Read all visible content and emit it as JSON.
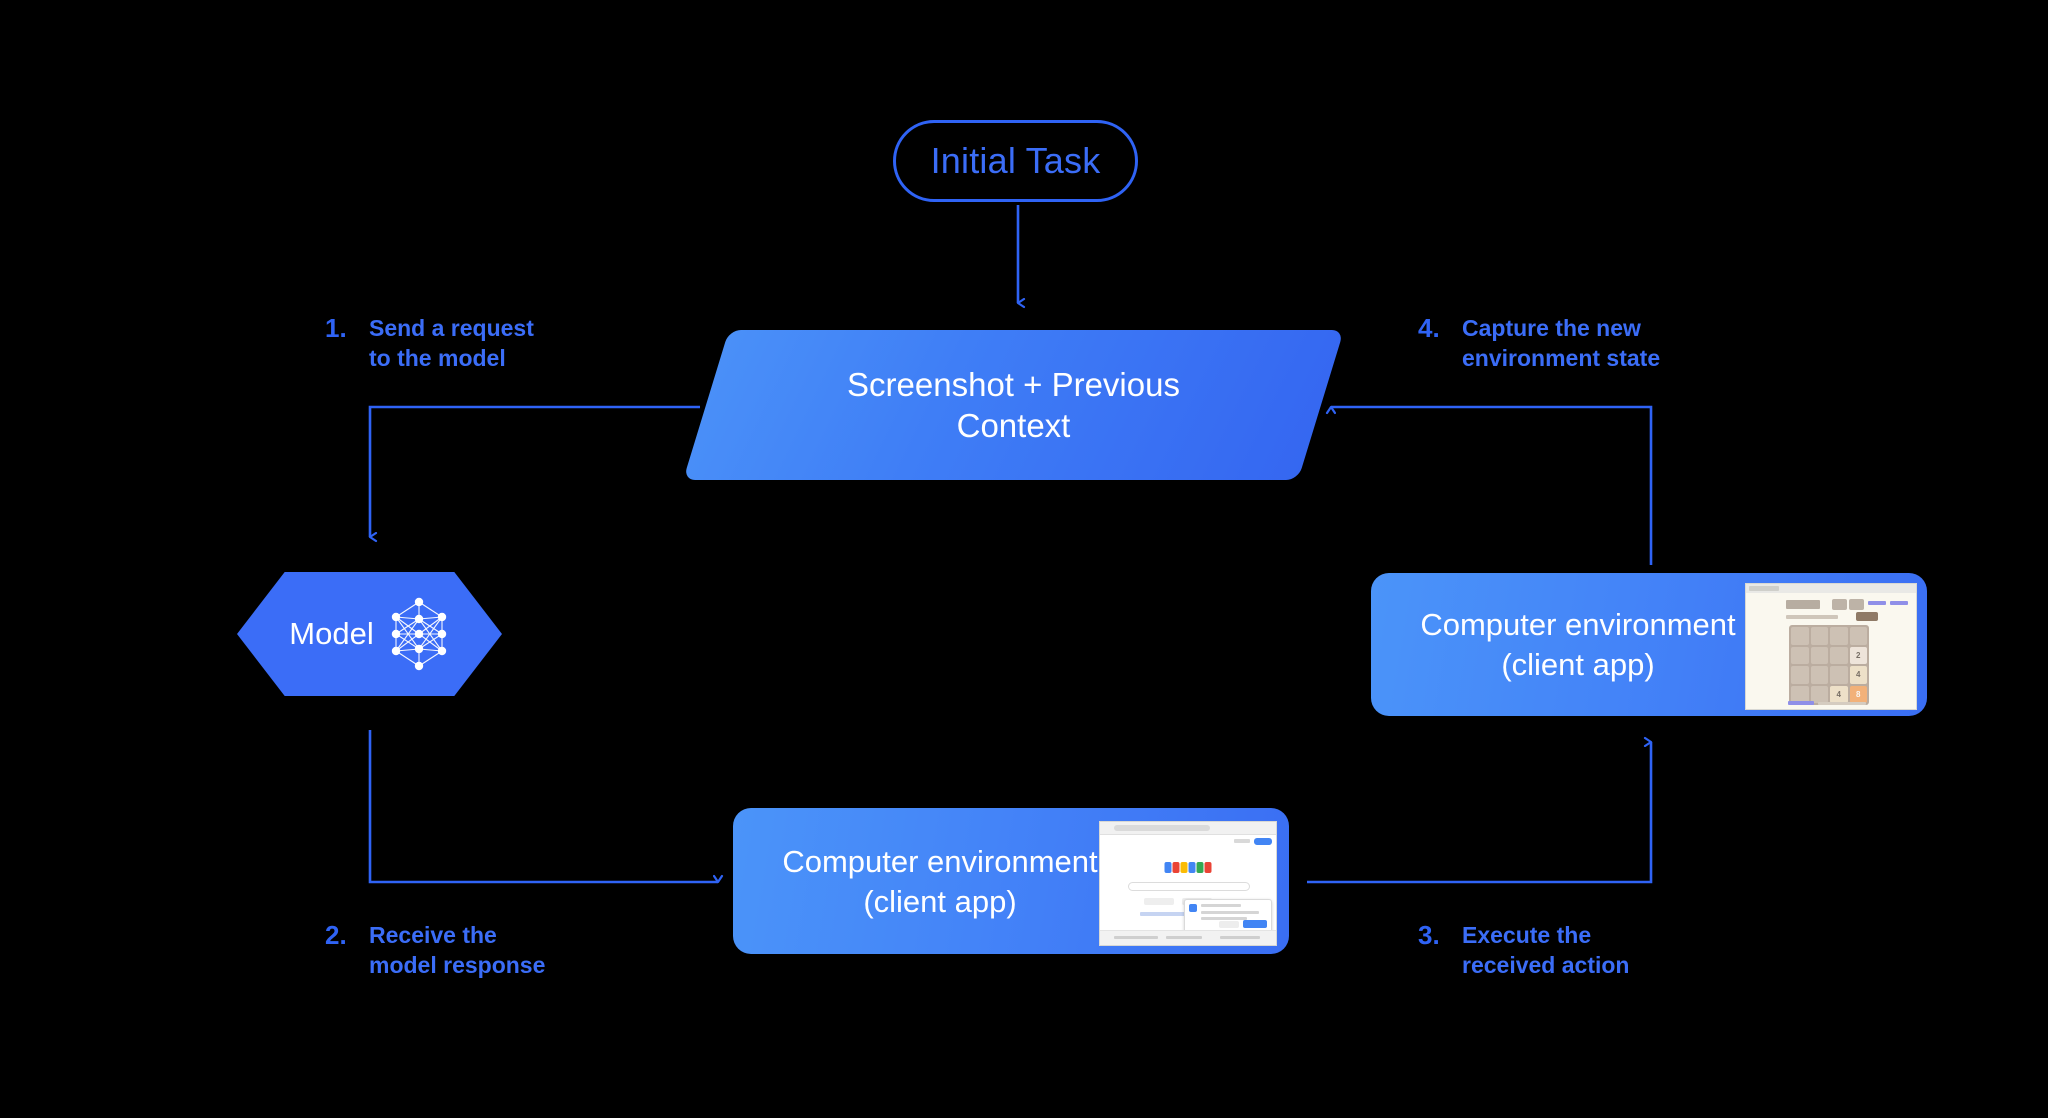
{
  "diagram": {
    "title_node": {
      "label": "Initial Task"
    },
    "context_node": {
      "line1": "Screenshot + Previous",
      "line2": "Context"
    },
    "model_node": {
      "label": "Model",
      "icon": "neural-network-icon"
    },
    "env_right": {
      "line1": "Computer environment",
      "line2": "(client app)",
      "thumbnail": "2048-game-screenshot"
    },
    "env_bottom": {
      "line1": "Computer environment",
      "line2": "(client app)",
      "thumbnail": "google-search-screenshot"
    },
    "steps": [
      {
        "num": "1.",
        "text": "Send a request\nto the model"
      },
      {
        "num": "2.",
        "text": "Receive the\nmodel response"
      },
      {
        "num": "3.",
        "text": "Execute the\nreceived action"
      },
      {
        "num": "4.",
        "text": "Capture the new\nenvironment state"
      }
    ]
  },
  "thumbnails": {
    "game_2048": {
      "site_title": "2048.org",
      "grid": [
        [
          "",
          "",
          "",
          ""
        ],
        [
          "",
          "",
          "",
          "2"
        ],
        [
          "",
          "",
          "",
          "4"
        ],
        [
          "",
          "",
          "4",
          "8"
        ]
      ]
    }
  },
  "colors": {
    "background": "#000000",
    "accent_blue": "#3b6df7",
    "outline_blue": "#2f63f5",
    "node_fill_light": "#4b94f9",
    "node_fill_dark": "#3567f1",
    "text_on_node": "#ffffff"
  }
}
